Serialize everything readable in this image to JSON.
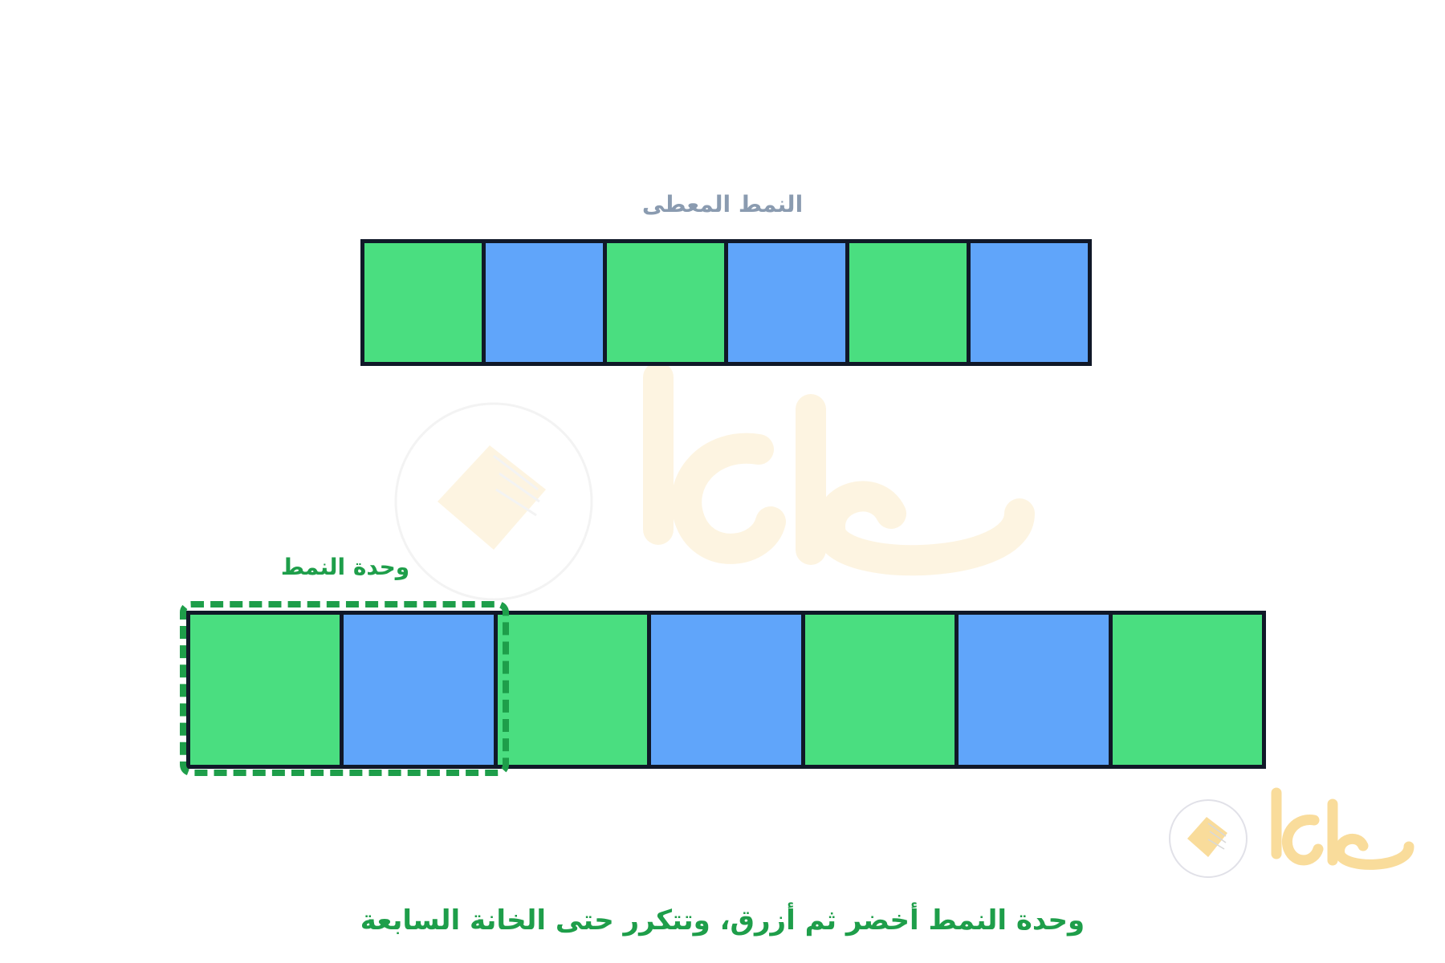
{
  "labels": {
    "given_pattern": "النمط المعطى",
    "pattern_unit": "وحدة النمط",
    "caption": "وحدة النمط أخضر ثم أزرق، وتتكرر حتى الخانة السابعة"
  },
  "watermark": {
    "logo_text": "حلول",
    "icon": "book-icon"
  },
  "colors": {
    "green": "#4ade80",
    "blue": "#60a5fa",
    "outline": "#101828",
    "label_green": "#1e9e4a",
    "label_gray": "#8a9bb0",
    "watermark": "#f5c04a"
  },
  "given_pattern": {
    "cells": [
      "green",
      "blue",
      "green",
      "blue",
      "green",
      "blue"
    ]
  },
  "extended_pattern": {
    "cells": [
      "green",
      "blue",
      "green",
      "blue",
      "green",
      "blue",
      "green"
    ],
    "unit_cells": 2
  }
}
